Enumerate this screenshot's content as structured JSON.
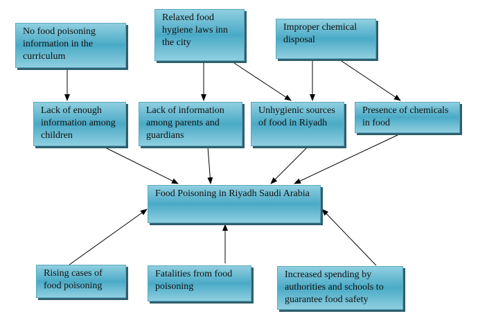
{
  "nodes": {
    "n1": "No food poisoning information in the curriculum",
    "n2": "Relaxed food hygiene laws inn the city",
    "n3": "Improper chemical disposal",
    "n4": "Lack of enough information among children",
    "n5": "Lack of information among parents and guardians",
    "n6": "Unhygienic sources of food in Riyadh",
    "n7": "Presence of chemicals in food",
    "center": "Food Poisoning in Riyadh Saudi Arabia",
    "e1": "Rising cases of food poisoning",
    "e2": "Fatalities from food poisoning",
    "e3": "Increased spending by authorities and schools to guarantee food safety"
  }
}
